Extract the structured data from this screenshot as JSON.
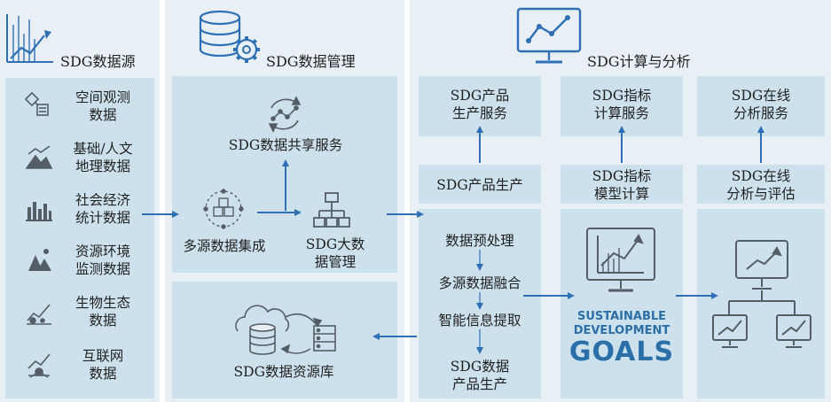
{
  "panels": {
    "sources": {
      "title": "SDG数据源",
      "items": [
        {
          "label": "空间观测\n数据",
          "icon": "satellite-icon"
        },
        {
          "label": "基础/人文\n地理数据",
          "icon": "mountain-chart-icon"
        },
        {
          "label": "社会经济\n统计数据",
          "icon": "city-bar-icon"
        },
        {
          "label": "资源环境\n监测数据",
          "icon": "forest-icon"
        },
        {
          "label": "生物生态\n数据",
          "icon": "ecology-icon"
        },
        {
          "label": "互联网\n数据",
          "icon": "network-icon"
        }
      ]
    },
    "management": {
      "title": "SDG数据管理",
      "share_service": "SDG数据共享服务",
      "integration": "多源数据集成",
      "big_data": "SDG大数\n据管理",
      "repository": "SDG数据资源库"
    },
    "analysis": {
      "title": "SDG计算与分析",
      "product_service": "SDG产品\n生产服务",
      "indicator_service": "SDG指标\n计算服务",
      "online_service": "SDG在线\n分析服务",
      "product_production": "SDG产品生产",
      "indicator_model": "SDG指标\n模型计算",
      "online_eval": "SDG在线\n分析与评估",
      "steps": [
        "数据预处理",
        "多源数据融合",
        "智能信息提取",
        "SDG数据\n产品生产"
      ],
      "sdg_logo": [
        "SUSTAINABLE",
        "DEVELOPMENT",
        "GOALS"
      ]
    }
  },
  "colors": {
    "panel_bg": "#e8f0f5",
    "box_bg": "#cde1ec",
    "arrow": "#2e6fb5",
    "icon": "#555d66",
    "sdg_blue": "#2b6fa8"
  }
}
